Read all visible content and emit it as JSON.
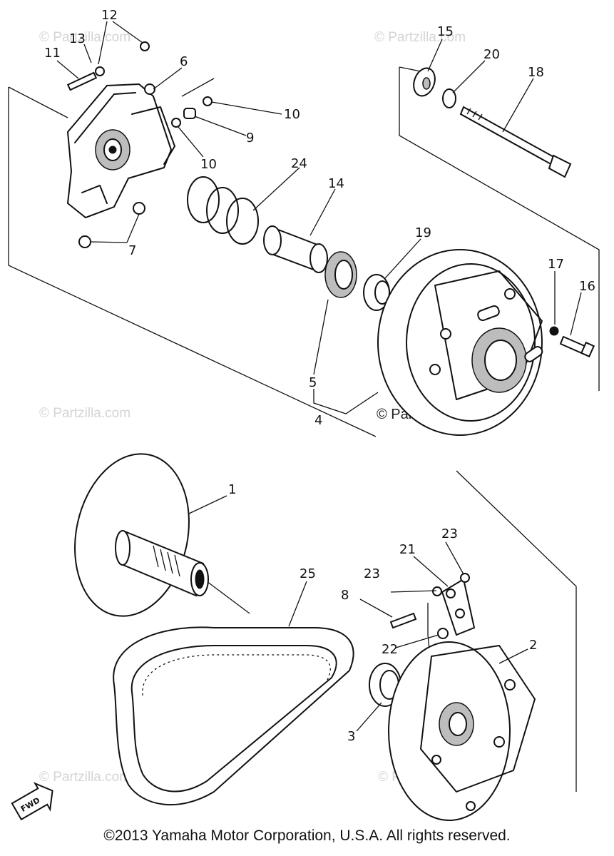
{
  "watermarks": {
    "text": "© Partzilla.com"
  },
  "callouts": {
    "c1": "1",
    "c2": "2",
    "c3": "3",
    "c4": "4",
    "c5": "5",
    "c6": "6",
    "c7": "7",
    "c8": "8",
    "c9": "9",
    "c10a": "10",
    "c10b": "10",
    "c11": "11",
    "c12": "12",
    "c13": "13",
    "c14": "14",
    "c15": "15",
    "c16": "16",
    "c17": "17",
    "c18": "18",
    "c19": "19",
    "c20": "20",
    "c21": "21",
    "c22": "22",
    "c23a": "23",
    "c23b": "23",
    "c24": "24",
    "c25": "25"
  },
  "direction_label": "FWD",
  "copyright": "©2013 Yamaha Motor Corporation, U.S.A. All rights reserved.",
  "colors": {
    "ink": "#111111",
    "watermark": "#d4d4d4",
    "background": "#ffffff"
  }
}
